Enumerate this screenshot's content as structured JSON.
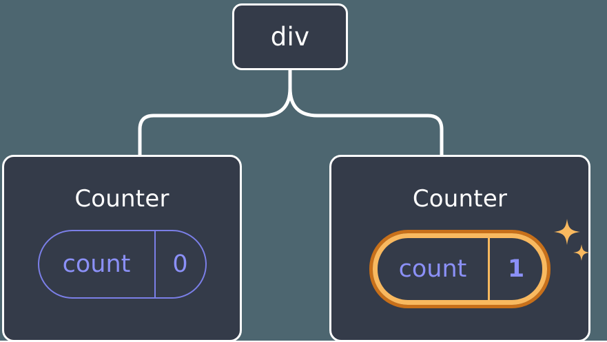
{
  "diagram": {
    "type": "component-tree",
    "background_color": "#4d6670",
    "node_fill_color": "#343b49",
    "node_border_color": "#ffffff",
    "connector_color": "#ffffff",
    "accent_colors": {
      "state_text": "#8b90f7",
      "pill_outline": "#7b7fe8",
      "highlight_outer": "#c8701a",
      "highlight_inner": "#f9b95f",
      "sparkle": "#f9b95f"
    }
  },
  "root": {
    "title": "div"
  },
  "children": [
    {
      "title": "Counter",
      "state": {
        "key": "count",
        "value": "0"
      },
      "highlighted": false
    },
    {
      "title": "Counter",
      "state": {
        "key": "count",
        "value": "1"
      },
      "highlighted": true,
      "sparkle_icons": [
        "sparkle-large",
        "sparkle-small"
      ]
    }
  ]
}
